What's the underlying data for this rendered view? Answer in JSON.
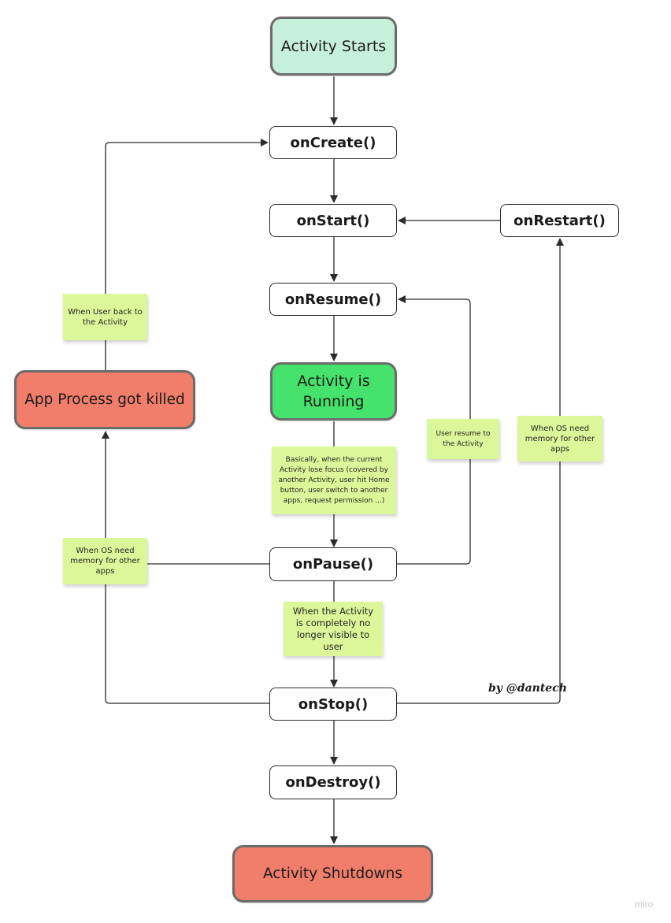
{
  "nodes": {
    "activity_starts": "Activity Starts",
    "on_create": "onCreate()",
    "on_start": "onStart()",
    "on_restart": "onRestart()",
    "on_resume": "onResume()",
    "activity_running": "Activity is Running",
    "app_process_killed": "App Process got killed",
    "on_pause": "onPause()",
    "on_stop": "onStop()",
    "on_destroy": "onDestroy()",
    "activity_shutdowns": "Activity Shutdowns"
  },
  "notes": {
    "user_back": "When User back to the Activity",
    "user_resume": "User resume to the Activity",
    "os_need_memory_right": "When OS need memory for other apps",
    "lose_focus": "Basically, when the current Activity lose focus (covered by another Activity, user hit Home button, user switch to another apps, request permission ...)",
    "os_need_memory_left": "When OS need memory for other apps",
    "no_longer_visible": "When the Activity is completely no longer visible to user"
  },
  "signature": "by @dantech",
  "watermark": "miro",
  "colors": {
    "start": "#c7f0dc",
    "running": "#45e36b",
    "terminal": "#f07e6b",
    "sticky_note": "#dcf79a",
    "line": "#2b2b2b"
  }
}
